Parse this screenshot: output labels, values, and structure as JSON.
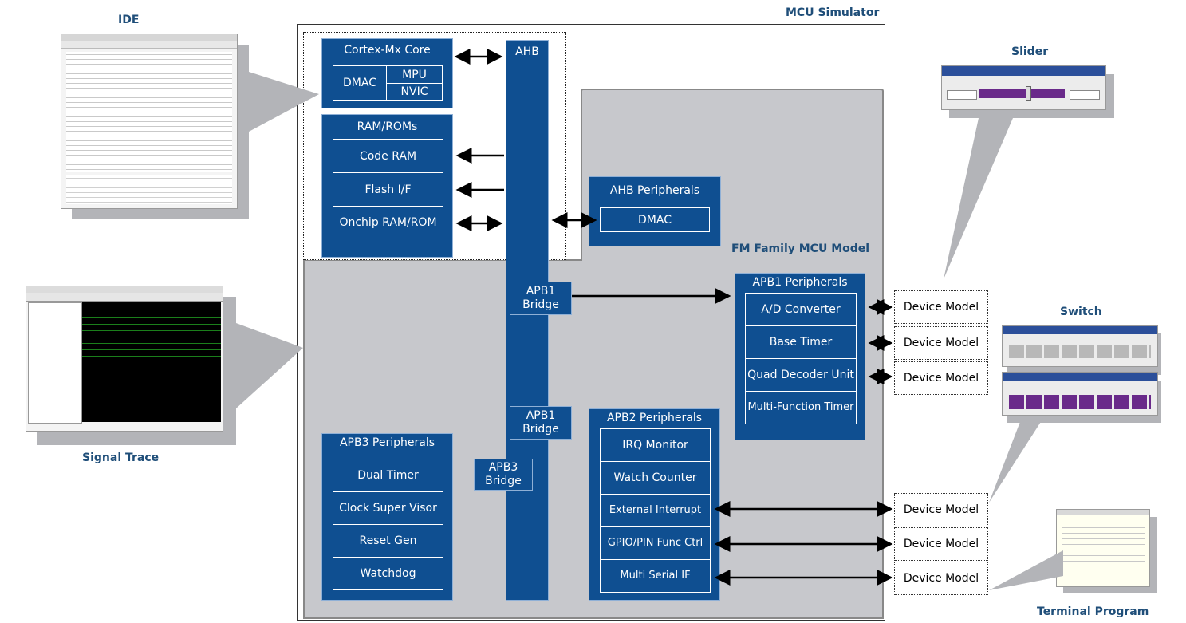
{
  "titles": {
    "ide": "IDE",
    "mcu_simulator": "MCU Simulator",
    "fm_family": "FM Family MCU Model",
    "slider": "Slider",
    "switch": "Switch",
    "signal_trace": "Signal Trace",
    "terminal": "Terminal Program"
  },
  "core": {
    "title": "Cortex-Mx Core",
    "dmac": "DMAC",
    "mpu": "MPU",
    "nvic": "NVIC"
  },
  "ahb": {
    "label": "AHB"
  },
  "ramroms": {
    "title": "RAM/ROMs",
    "items": [
      "Code RAM",
      "Flash I/F",
      "Onchip RAM/ROM"
    ]
  },
  "ahb_periph": {
    "title": "AHB Peripherals",
    "item": "DMAC"
  },
  "bridges": {
    "apb1_top": "APB1 Bridge",
    "apb1_bottom": "APB1 Bridge",
    "apb3": "APB3 Bridge"
  },
  "apb1": {
    "title": "APB1 Peripherals",
    "items": [
      "A/D Converter",
      "Base Timer",
      "Quad Decoder Unit",
      "Multi-Function Timer"
    ]
  },
  "apb2": {
    "title": "APB2 Peripherals",
    "items": [
      "IRQ Monitor",
      "Watch Counter",
      "External Interrupt",
      "GPIO/PIN Func Ctrl",
      "Multi Serial IF"
    ]
  },
  "apb3": {
    "title": "APB3 Peripherals",
    "items": [
      "Dual Timer",
      "Clock Super Visor",
      "Reset Gen",
      "Watchdog"
    ]
  },
  "device_model": "Device Model",
  "colors": {
    "block": "#0f4f91",
    "region": "#c7c8cc",
    "title": "#1f4e79"
  }
}
